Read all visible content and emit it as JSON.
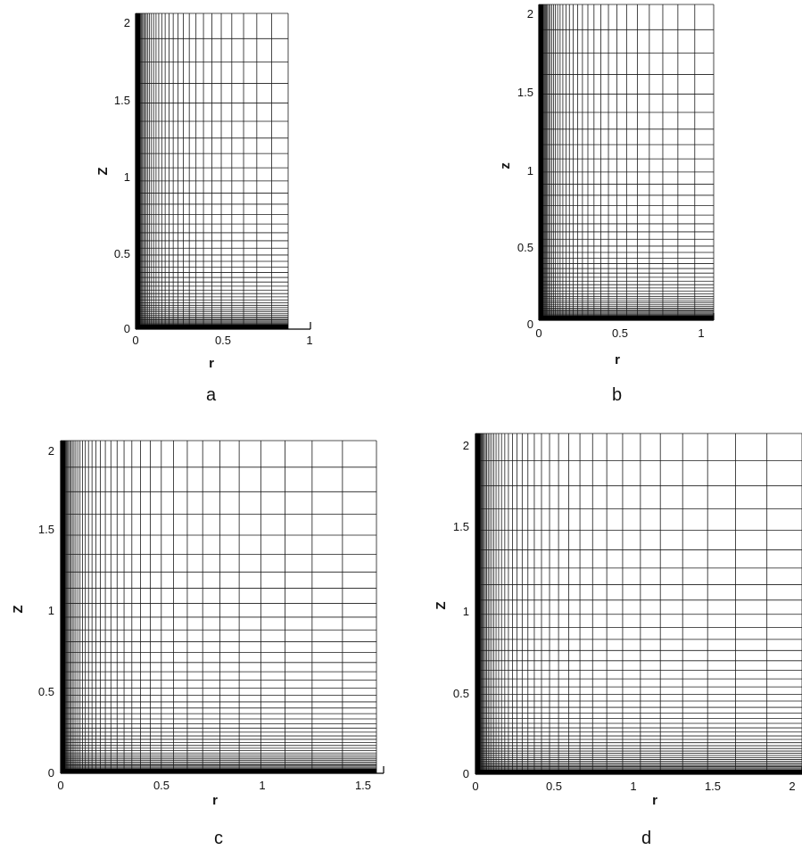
{
  "panels": [
    {
      "id": "a",
      "caption": "a",
      "xlabel": "r",
      "ylabel": "Z",
      "xticks": [
        "0",
        "0.5",
        "1"
      ],
      "yticks": [
        "0",
        "0.5",
        "1",
        "1.5",
        "2"
      ],
      "r_max": 0.87,
      "z_max": 2.05,
      "axis_x_max": 1.0
    },
    {
      "id": "b",
      "caption": "b",
      "xlabel": "r",
      "ylabel": "z",
      "xticks": [
        "0",
        "0.5",
        "1"
      ],
      "yticks": [
        "0",
        "0.5",
        "1",
        "1.5",
        "2"
      ],
      "r_max": 1.05,
      "z_max": 2.05,
      "axis_x_max": 1.05
    },
    {
      "id": "c",
      "caption": "c",
      "xlabel": "r",
      "ylabel": "Z",
      "xticks": [
        "0",
        "0.5",
        "1",
        "1.5"
      ],
      "yticks": [
        "0",
        "0.5",
        "1",
        "1.5",
        "2"
      ],
      "r_max": 1.57,
      "z_max": 2.05,
      "axis_x_max": 1.57
    },
    {
      "id": "d",
      "caption": "d",
      "xlabel": "r",
      "ylabel": "Z",
      "xticks": [
        "0",
        "0.5",
        "1",
        "1.5",
        "2"
      ],
      "yticks": [
        "0",
        "0.5",
        "1",
        "1.5",
        "2"
      ],
      "r_max": 2.05,
      "z_max": 2.05,
      "axis_x_max": 2.05
    }
  ],
  "colors": {
    "grid": "#1a1a1a",
    "axis": "#000000",
    "background": "#ffffff"
  }
}
